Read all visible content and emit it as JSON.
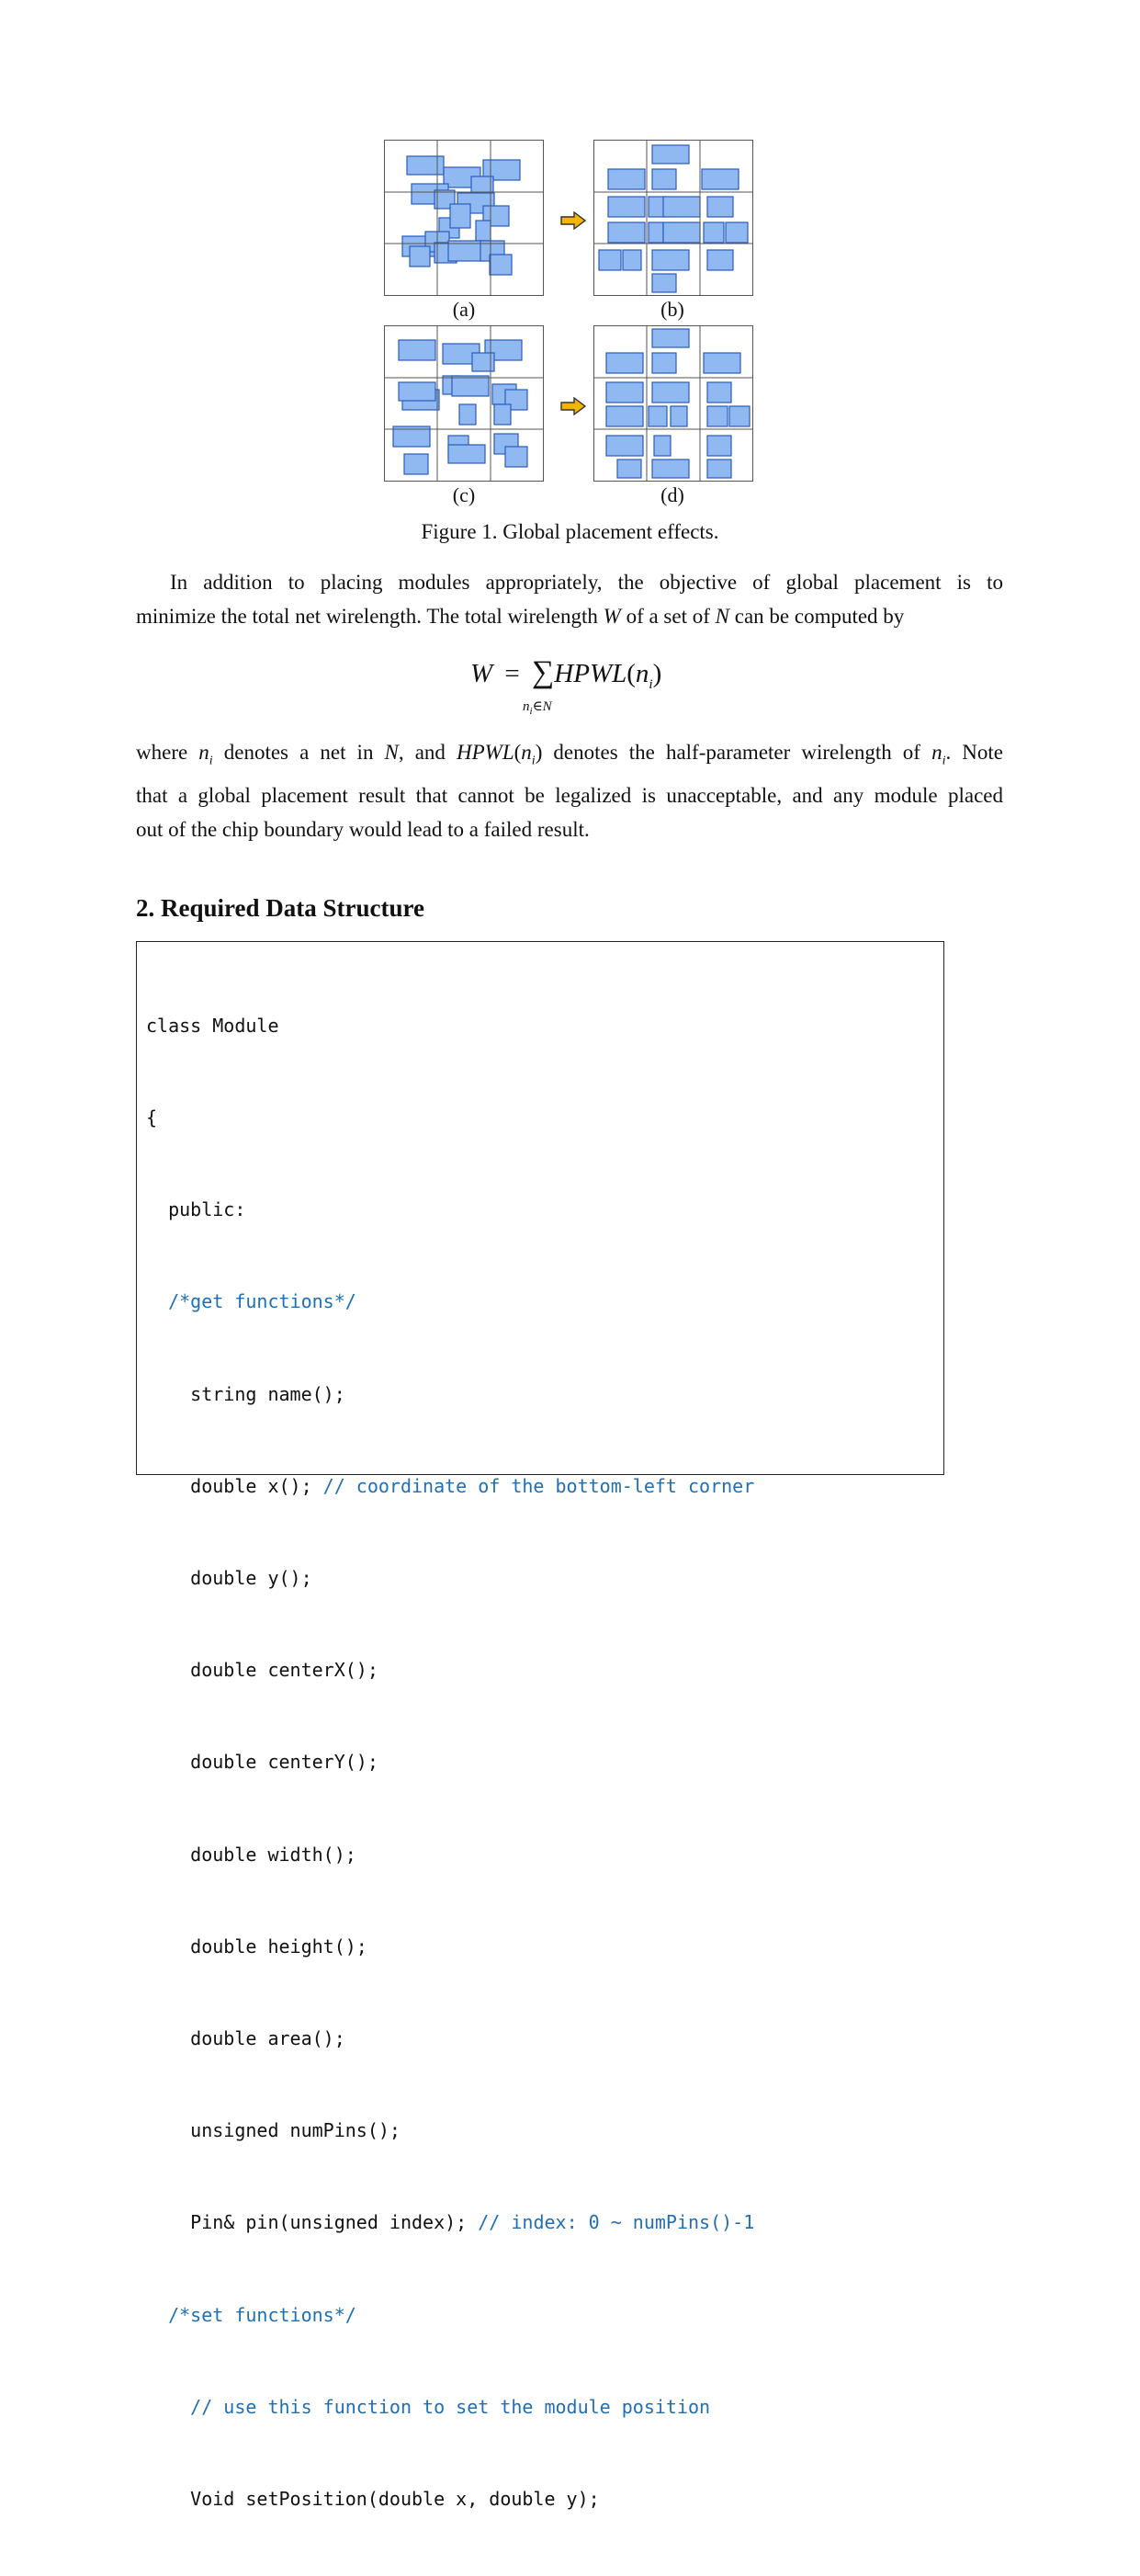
{
  "figure": {
    "panels": [
      {
        "id": "a",
        "label": "(a)"
      },
      {
        "id": "b",
        "label": "(b)"
      },
      {
        "id": "c",
        "label": "(c)"
      },
      {
        "id": "d",
        "label": "(d)"
      }
    ],
    "caption": "Figure 1. Global placement effects."
  },
  "paragraph1": {
    "line1": "In addition to placing modules appropriately, the objective of global placement is to",
    "line2_a": "minimize the total net wirelength. The total wirelength ",
    "line2_W": "W",
    "line2_b": " of a set of ",
    "line2_N": "N",
    "line2_c": " can be computed by"
  },
  "formula": {
    "lhs": "W",
    "eq": "=",
    "sum": "∑",
    "func": "HPWL",
    "arg": "n",
    "arg_sub": "i",
    "under": "n",
    "under_sub": "i",
    "under_rest": "∈N"
  },
  "paragraph2": {
    "l1_a": "where ",
    "l1_n": "n",
    "l1_i": "i",
    "l1_b": " denotes a net in ",
    "l1_N": "N",
    "l1_c": ", and ",
    "l1_hpwl": "HPWL",
    "l1_d": "(",
    "l1_n2": "n",
    "l1_i2": "i",
    "l1_e": ") denotes the half-parameter wirelength of ",
    "l1_n3": "n",
    "l1_i3": "i",
    "l1_f": ". Note",
    "line2": "that a global placement result that cannot be legalized is unacceptable, and any module placed",
    "line3": "out of the chip boundary would lead to a failed result."
  },
  "section": {
    "heading": "2.  Required Data Structure"
  },
  "code": {
    "l1": "class Module",
    "l2": "{",
    "l3": "  public:",
    "l4": "  /*get functions*/",
    "l5": "    string name();",
    "l6_code": "    double x(); ",
    "l6_comment": "// coordinate of the bottom-left corner",
    "l7": "    double y();",
    "l8": "    double centerX();",
    "l9": "    double centerY();",
    "l10": "    double width();",
    "l11": "    double height();",
    "l12": "    double area();",
    "l13": "    unsigned numPins();",
    "l14_code": "    Pin& pin(unsigned index); ",
    "l14_comment": "// index: 0 ~ numPins()-1",
    "l15": "  /*set functions*/",
    "l16": "    // use this function to set the module position",
    "l17": "    Void setPosition(double x, double y);"
  },
  "colors": {
    "module_fill": "#8fb9f0",
    "module_stroke": "#2a5bbf",
    "arrow_fill": "#f5b400",
    "comment": "#1f6fb5"
  }
}
